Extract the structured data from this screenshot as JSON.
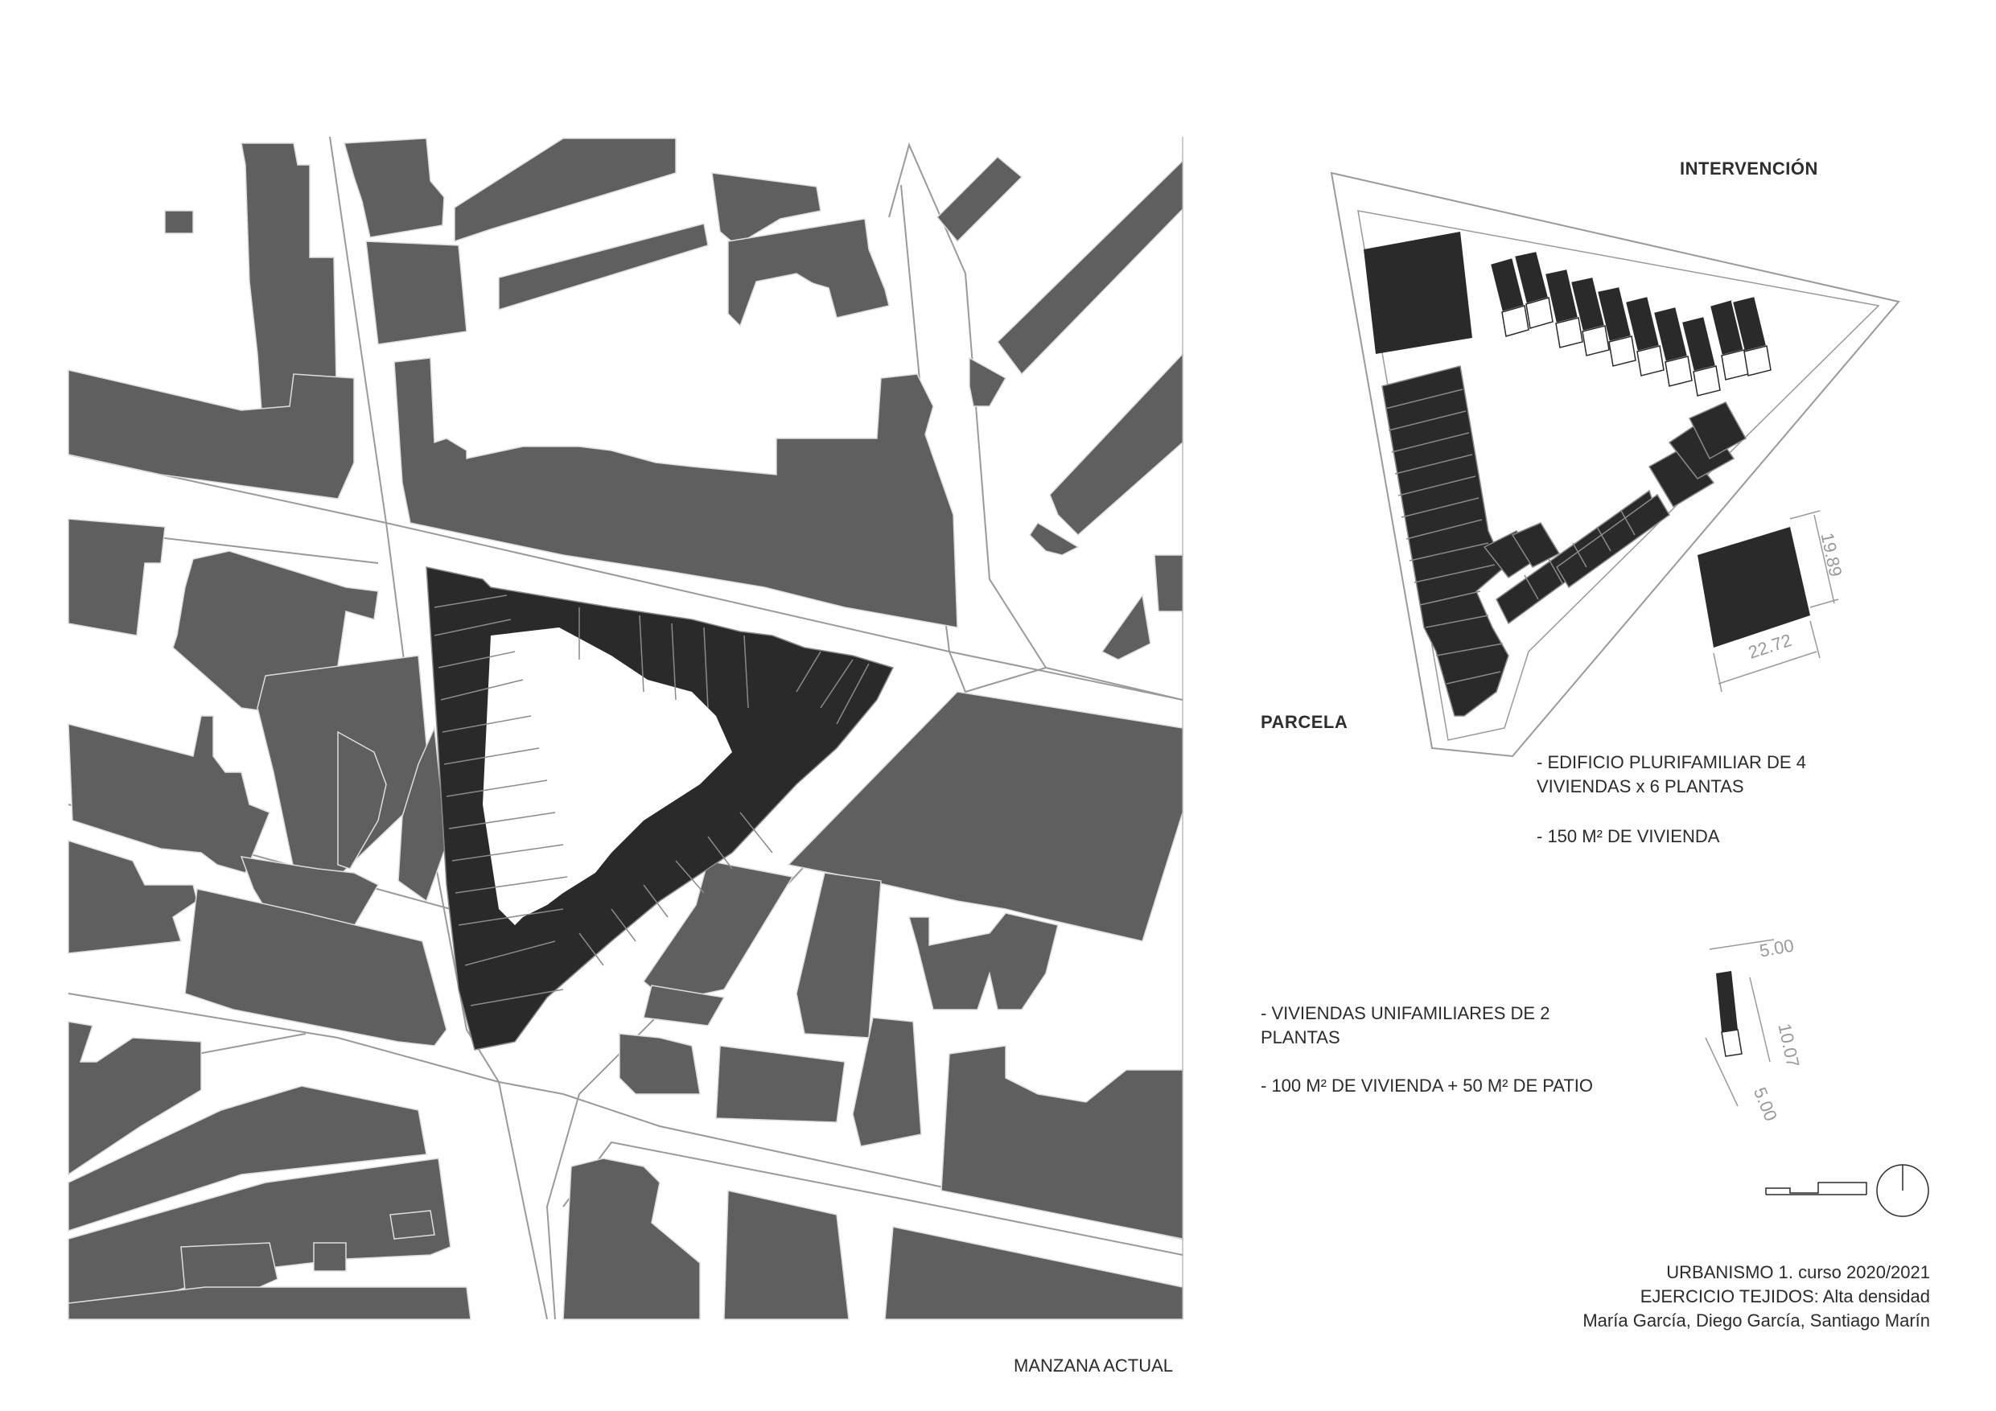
{
  "labels": {
    "parcela": "PARCELA",
    "intervencion": "INTERVENCIÓN",
    "manzana_actual": "MANZANA ACTUAL"
  },
  "notes": {
    "plurifamiliar_line1": "- EDIFICIO PLURIFAMILIAR DE 4",
    "plurifamiliar_line2": "VIVIENDAS x 6 PLANTAS",
    "plurifamiliar_area": "- 150 M² DE VIVIENDA",
    "unifamiliar_line1": "- VIVIENDAS UNIFAMILIARES DE 2",
    "unifamiliar_line2": "PLANTAS",
    "unifamiliar_area": "- 100 M² DE VIVIENDA + 50 M² DE PATIO"
  },
  "dimensions": {
    "block_width": "22.72",
    "block_depth": "19.89",
    "house_width": "5.00",
    "house_depth": "10.07",
    "patio_depth": "5.00"
  },
  "footer": {
    "course": "URBANISMO 1. curso 2020/2021",
    "exercise": "EJERCICIO TEJIDOS:  Alta densidad",
    "authors": "María García, Diego García, Santiago Marín"
  },
  "colors": {
    "existing_building": "#5f5f5f",
    "parcel_building": "#2a2a2a",
    "street_line": "#9a9a9a",
    "background": "#ffffff"
  }
}
